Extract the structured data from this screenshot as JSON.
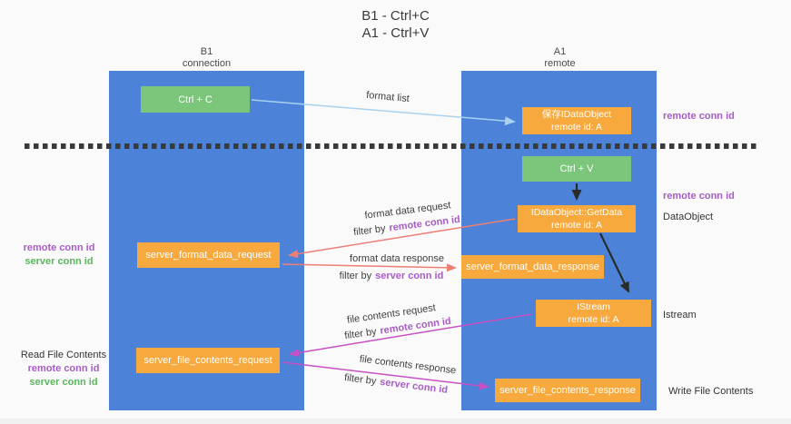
{
  "title": {
    "line1": "B1 - Ctrl+C",
    "line2": "A1 - Ctrl+V"
  },
  "lifelines": {
    "left": {
      "name": "B1",
      "role": "connection"
    },
    "right": {
      "name": "A1",
      "role": "remote"
    }
  },
  "nodes": {
    "ctrl_c": {
      "label": "Ctrl + C"
    },
    "save_dataobject": {
      "line1": "保存IDataObject",
      "line2": "remote id: A"
    },
    "ctrl_v": {
      "label": "Ctrl + V"
    },
    "getdata": {
      "line1": "IDataObject::GetData",
      "line2": "remote id: A"
    },
    "istream": {
      "line1": "IStream",
      "line2": "remote id: A"
    },
    "format_request": {
      "label": "server_format_data_request"
    },
    "format_response": {
      "label": "server_format_data_response"
    },
    "file_request": {
      "label": "server_file_contents_request"
    },
    "file_response": {
      "label": "server_file_contents_response"
    }
  },
  "annotations": {
    "right_top_remote_conn_id": "remote conn id",
    "right_mid_remote_conn_id": "remote conn id",
    "right_dataobject": "DataObject",
    "right_istream": "Istream",
    "right_write_file": "Write File Contents",
    "left_format": {
      "remote": "remote conn id",
      "server": "server conn id"
    },
    "left_file": {
      "title": "Read File Contents",
      "remote": "remote conn id",
      "server": "server conn id"
    }
  },
  "flow_labels": {
    "format_list": "format list",
    "format_data_request": "format data request",
    "format_data_response": "format data response",
    "file_contents_request": "file contents request",
    "file_contents_response": "file contents response",
    "filter_by": "filter by",
    "remote_conn_id": "remote conn id",
    "server_conn_id": "server conn id"
  },
  "colors": {
    "lifeline_blue": "#4c83d8",
    "action_green": "#7cc67c",
    "message_orange": "#f7a93d",
    "format_arrow_salmon": "#ee7e73",
    "file_arrow_magenta": "#c750c4",
    "format_list_arrow_blue": "#a8d2f0",
    "black_arrow": "#2b2b2b",
    "remote_conn_purple": "#a85cc8",
    "server_conn_green": "#5bb55e",
    "dashed_separator": "#3a3a3a"
  }
}
